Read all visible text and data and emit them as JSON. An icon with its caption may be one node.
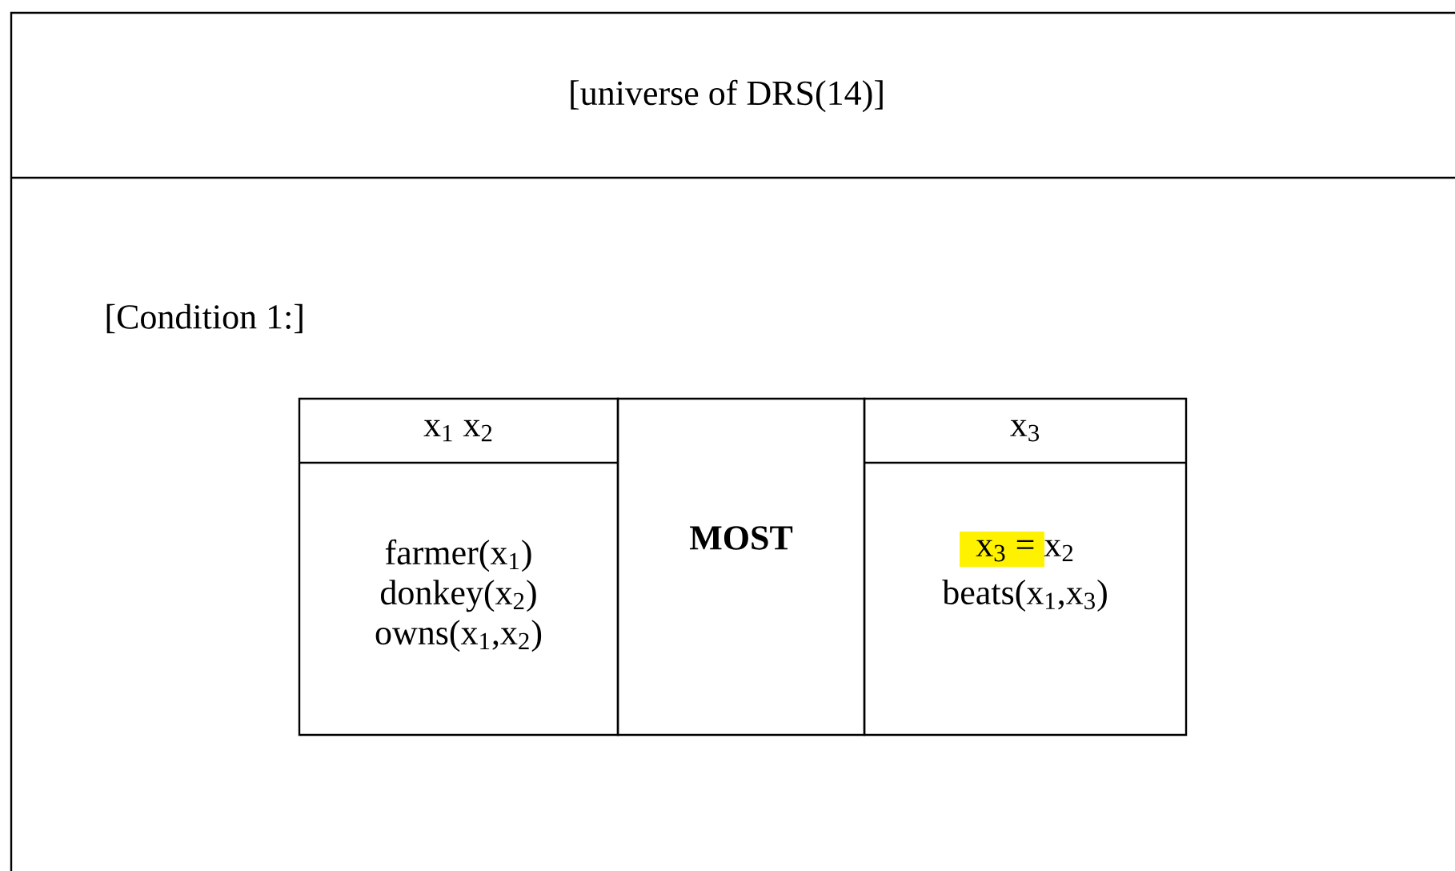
{
  "diagram": {
    "nodes": [
      {
        "text": [
          "[universe of DRS(14)]",
          "[Condition 1:]"
        ]
      },
      {
        "text": [
          "x$_{1}$ x$_{2}$",
          "farmer(x$_{1}$) donkey(x$_{2}$) owns(x$_{1}$,x$_{2}$)"
        ],
        "in": 0
      },
      {
        "text": [
          "MOST"
        ],
        "in": 0
      },
      {
        "text": [
          "x$_{3}$",
          "x$_{3}$ = x$_{2}$",
          "beats(x$_{1}$,x$_{3}$)"
        ],
        "in": 0
      }
    ]
  }
}
